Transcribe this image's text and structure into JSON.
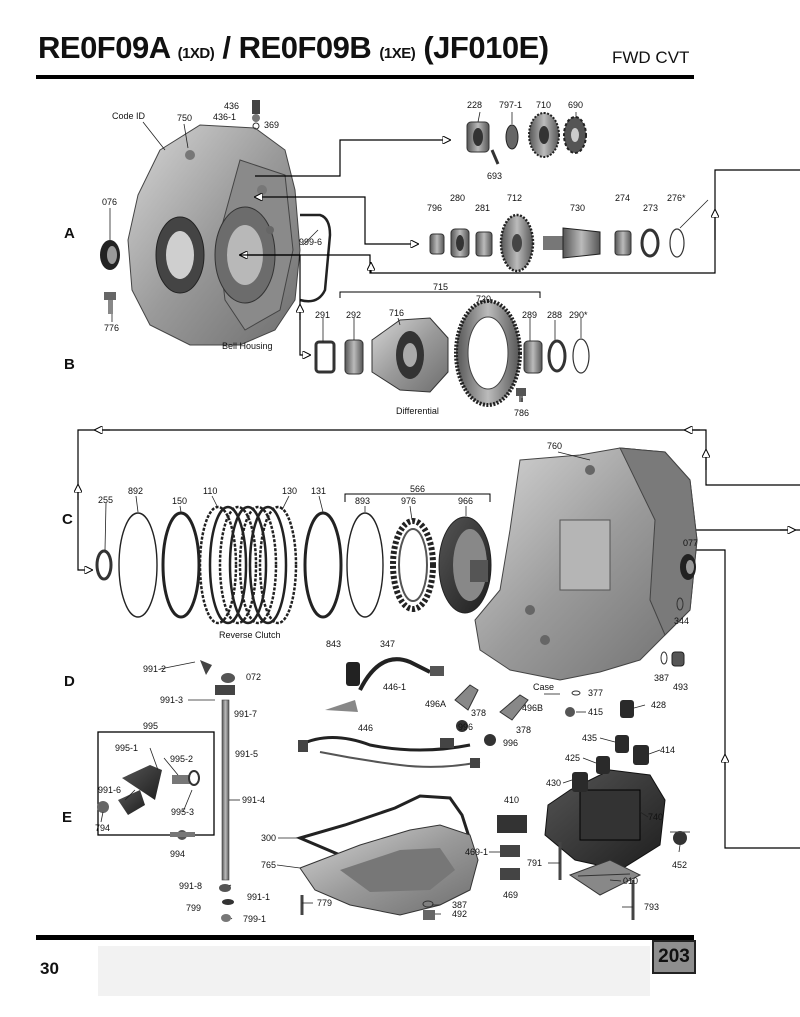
{
  "header": {
    "model_a": "RE0F09A",
    "code_a": "(1XD)",
    "slash": "/",
    "model_b": "RE0F09B",
    "code_b": "(1XE)",
    "model_c": "(JF010E)",
    "type": "FWD CVT"
  },
  "footer": {
    "page_left": "30",
    "page_box": "203"
  },
  "sections": {
    "a": "A",
    "b": "B",
    "c": "C",
    "d": "D",
    "e": "E"
  },
  "captions": {
    "code_id": "Code ID",
    "bell_housing": "Bell Housing",
    "differential": "Differential",
    "reverse_clutch": "Reverse Clutch",
    "case": "Case"
  },
  "parts": {
    "p436": "436",
    "p436_1": "436-1",
    "p369": "369",
    "p750": "750",
    "p076": "076",
    "p776": "776",
    "p228": "228",
    "p797_1": "797-1",
    "p710": "710",
    "p690": "690",
    "p693": "693",
    "p796": "796",
    "p280": "280",
    "p281": "281",
    "p712": "712",
    "p730": "730",
    "p274": "274",
    "p273": "273",
    "p276": "276*",
    "p999_6": "999-6",
    "p715": "715",
    "p720": "720",
    "p291": "291",
    "p292": "292",
    "p716": "716",
    "p289": "289",
    "p288": "288",
    "p290": "290*",
    "p786": "786",
    "p760": "760",
    "p255": "255",
    "p892": "892",
    "p150": "150",
    "p110": "110",
    "p130": "130",
    "p131": "131",
    "p566": "566",
    "p893": "893",
    "p976": "976",
    "p966": "966",
    "p077": "077",
    "p344": "344",
    "p387a": "387",
    "p493": "493",
    "p991_2": "991-2",
    "p072": "072",
    "p991_3": "991-3",
    "p991_7": "991-7",
    "p995": "995",
    "p995_1": "995-1",
    "p995_2": "995-2",
    "p991_6": "991-6",
    "p995_3": "995-3",
    "p794": "794",
    "p994": "994",
    "p991_5": "991-5",
    "p991_4": "991-4",
    "p991_8": "991-8",
    "p991_1": "991-1",
    "p799": "799",
    "p799_1": "799-1",
    "p843": "843",
    "p347": "347",
    "p446_1": "446-1",
    "p496a": "496A",
    "p378a": "378",
    "p996a": "996",
    "p496b": "496B",
    "p378b": "378",
    "p996b": "996",
    "p446": "446",
    "p377": "377",
    "p415": "415",
    "p428": "428",
    "p435": "435",
    "p425": "425",
    "p414": "414",
    "p430": "430",
    "p740": "740",
    "p410": "410",
    "p469_1": "469-1",
    "p469": "469",
    "p791": "791",
    "p452": "452",
    "p010": "010",
    "p793": "793",
    "p300": "300",
    "p765": "765",
    "p779": "779",
    "p387b": "387",
    "p492": "492"
  }
}
